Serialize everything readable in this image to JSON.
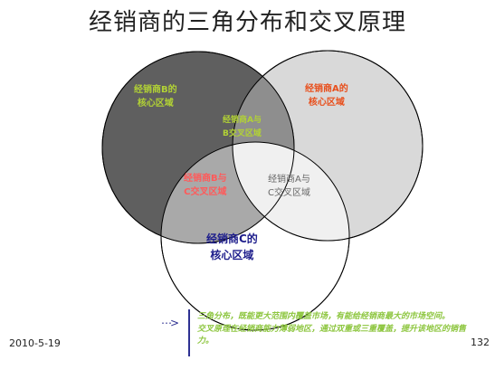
{
  "title": "经销商的三角分布和交叉原理",
  "venn": {
    "b_core": [
      "经销商B的",
      "核心区域"
    ],
    "a_core": [
      "经销商A的",
      "核心区域"
    ],
    "ab_overlap": [
      "经销商A与",
      "B交叉区域"
    ],
    "bc_overlap": [
      "经销商B与",
      "C交叉区域"
    ],
    "ac_overlap": [
      "经销商A与",
      "C交叉区域"
    ],
    "c_core": [
      "经销商C的",
      "核心区域"
    ],
    "colors": {
      "circle_b": "#5f5f5f",
      "circle_a": "#d9d9d9",
      "circle_c": "#ffffff",
      "label_b": "#b2d235",
      "label_a": "#e84f1c",
      "label_bc": "#ff5a5a",
      "label_c": "#1e1e8c"
    }
  },
  "footer": {
    "date": "2010-5-19",
    "page": "132"
  },
  "notes": {
    "arrow": "⋯>",
    "line1": "三角分布，既能更大范围内覆盖市场，有能给经销商最大的市场空间。",
    "line2": "交叉原理在经销商能力薄弱地区，通过双重或三重覆盖，提升该地区的销售力。"
  }
}
